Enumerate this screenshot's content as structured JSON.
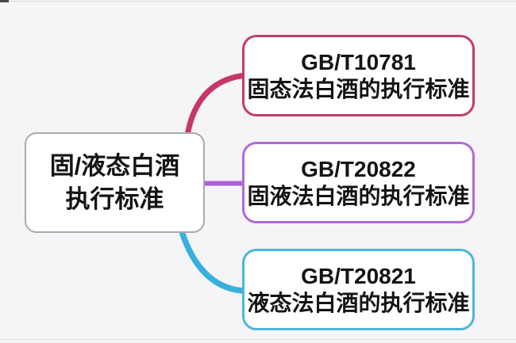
{
  "root_node": {
    "line1": "固/液态白酒",
    "line2": "执行标准"
  },
  "branch_nodes": [
    {
      "code": "GB/T10781",
      "desc": "固态法白酒的执行标准",
      "border_color": "#c03d6c",
      "connector_color": "#c63767"
    },
    {
      "code": "GB/T20822",
      "desc": "固液法白酒的执行标准",
      "border_color": "#b169d9",
      "connector_color": "#a961d6"
    },
    {
      "code": "GB/T20821",
      "desc": "液态法白酒的执行标准",
      "border_color": "#4cb6da",
      "connector_color": "#38afdf"
    }
  ],
  "colors": {
    "background": "#f5f4f6",
    "node_fill": "#ffffff",
    "root_border": "#aaa8ac",
    "text": "#141414"
  }
}
